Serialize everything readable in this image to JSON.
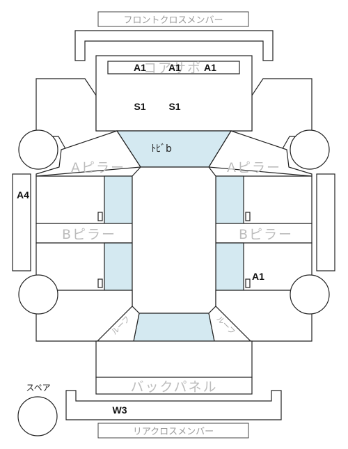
{
  "labels": {
    "front_cross_member": "フロントクロスメンバー",
    "core_support": "コアサポ",
    "a_pillar_left": "Aピラー",
    "a_pillar_right": "Aピラー",
    "b_pillar_left": "Bピラー",
    "b_pillar_right": "Bピラー",
    "back_panel": "バックパネル",
    "rear_cross_member": "リアクロスメンバー",
    "spare": "スペア",
    "roof_corner_left": "ルーフ",
    "roof_corner_right": "ルーフ",
    "roof_center": "ﾄﾋﾞb"
  },
  "marks": {
    "core_a1_left": "A1",
    "core_a1_mid": "A1",
    "core_a1_right": "A1",
    "hood_s1_left": "S1",
    "hood_s1_right": "S1",
    "left_side_a4": "A4",
    "right_door_a1": "A1",
    "trunk_w3": "W3"
  }
}
